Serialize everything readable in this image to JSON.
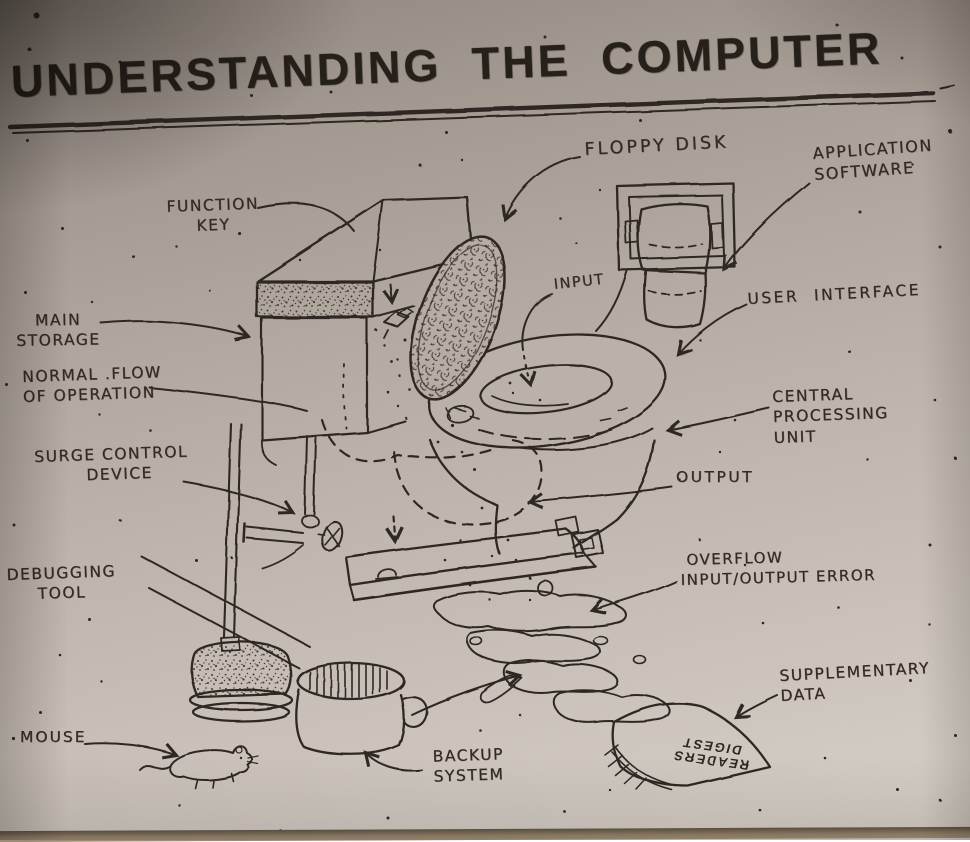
{
  "title": "UNDERSTANDING THE COMPUTER",
  "callouts": {
    "floppy_disk": "FLOPPY DISK",
    "application_software": "APPLICATION\nSOFTWARE",
    "function_key": "FUNCTION\nKEY",
    "input": "INPUT",
    "user_interface": "USER  INTERFACE",
    "main_storage": "MAIN\nSTORAGE",
    "normal_flow": "NORMAL .FLOW\nOF OPERATION",
    "central_processing_unit": "CENTRAL\nPROCESSING\nUNIT",
    "surge_control": "SURGE CONTROL\n        DEVICE",
    "output": "OUTPUT",
    "debugging_tool": "DEBUGGING\nTOOL",
    "overflow_error": " OVERFLOW\nINPUT/OUTPUT ERROR",
    "mouse": "MOUSE",
    "backup_system": "BACKUP\nSYSTEM",
    "supplementary_data": "SUPPLEMENTARY\nDATA"
  },
  "magazine": {
    "line1": "READERS",
    "line2": "DIGEST"
  },
  "ink_color": "#2e2721",
  "paper_color": "#c9c1b9"
}
